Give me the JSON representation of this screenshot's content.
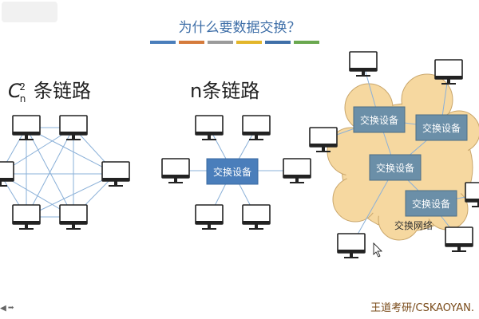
{
  "slide": {
    "title": "为什么要数据交换？",
    "accent_bars": [
      "#4a7ebb",
      "#d57b3c",
      "#9b9b9b",
      "#e3b62a",
      "#3f6fa8",
      "#6aa84f"
    ],
    "full_mesh_heading": {
      "base": "C",
      "sub": "n",
      "sup": "2",
      "suffix": "条链路"
    },
    "star_heading": "n条链路",
    "star_center_label": "交换设备",
    "network_switches": [
      "交换设备",
      "交换设备",
      "交换设备",
      "交换设备"
    ],
    "network_label": "交换网络",
    "footer_text": "王道考研/CSKAOYAN.",
    "nav_icons": [
      "prev-arrow-icon",
      "next-arrow-icon"
    ]
  }
}
